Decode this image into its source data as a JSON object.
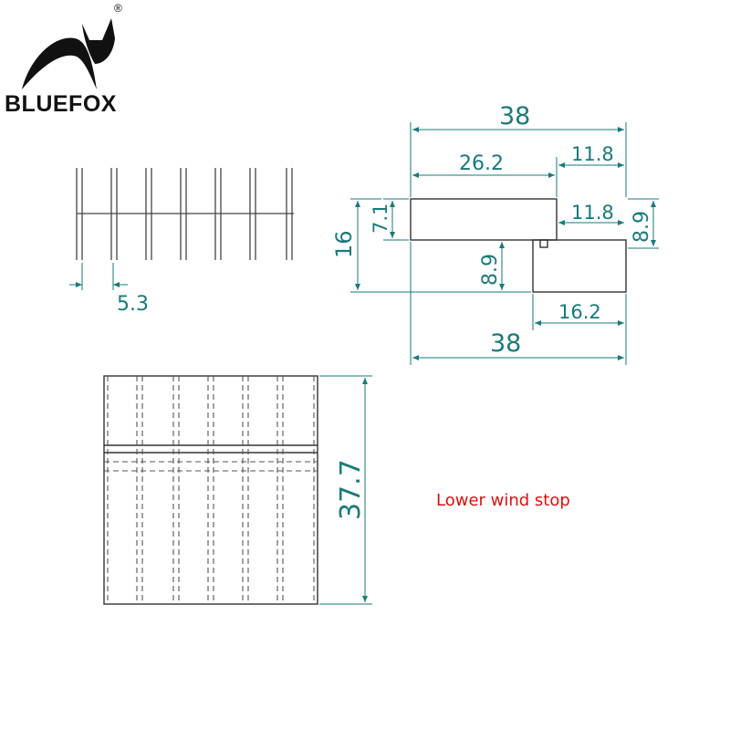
{
  "brand": {
    "logo_text": "BLUEFOX",
    "registered": "®",
    "logo_colors": {
      "mark": "#111111"
    }
  },
  "dimensions": {
    "fin_pitch": "5.3",
    "side_total_top": "38",
    "side_upper_length": "26.2",
    "side_top_offset": "11.8",
    "side_mid_offset": "11.8",
    "side_upper_height": "7.1",
    "side_total_height": "16",
    "side_lower_height": "8.9",
    "side_right_height": "8.9",
    "side_lower_length": "16.2",
    "side_total_bottom": "38",
    "length_total": "37.7"
  },
  "caption": "Lower wind stop",
  "colors": {
    "dimension": "#1a7a7a",
    "outline": "#333333",
    "caption": "#e01010"
  }
}
